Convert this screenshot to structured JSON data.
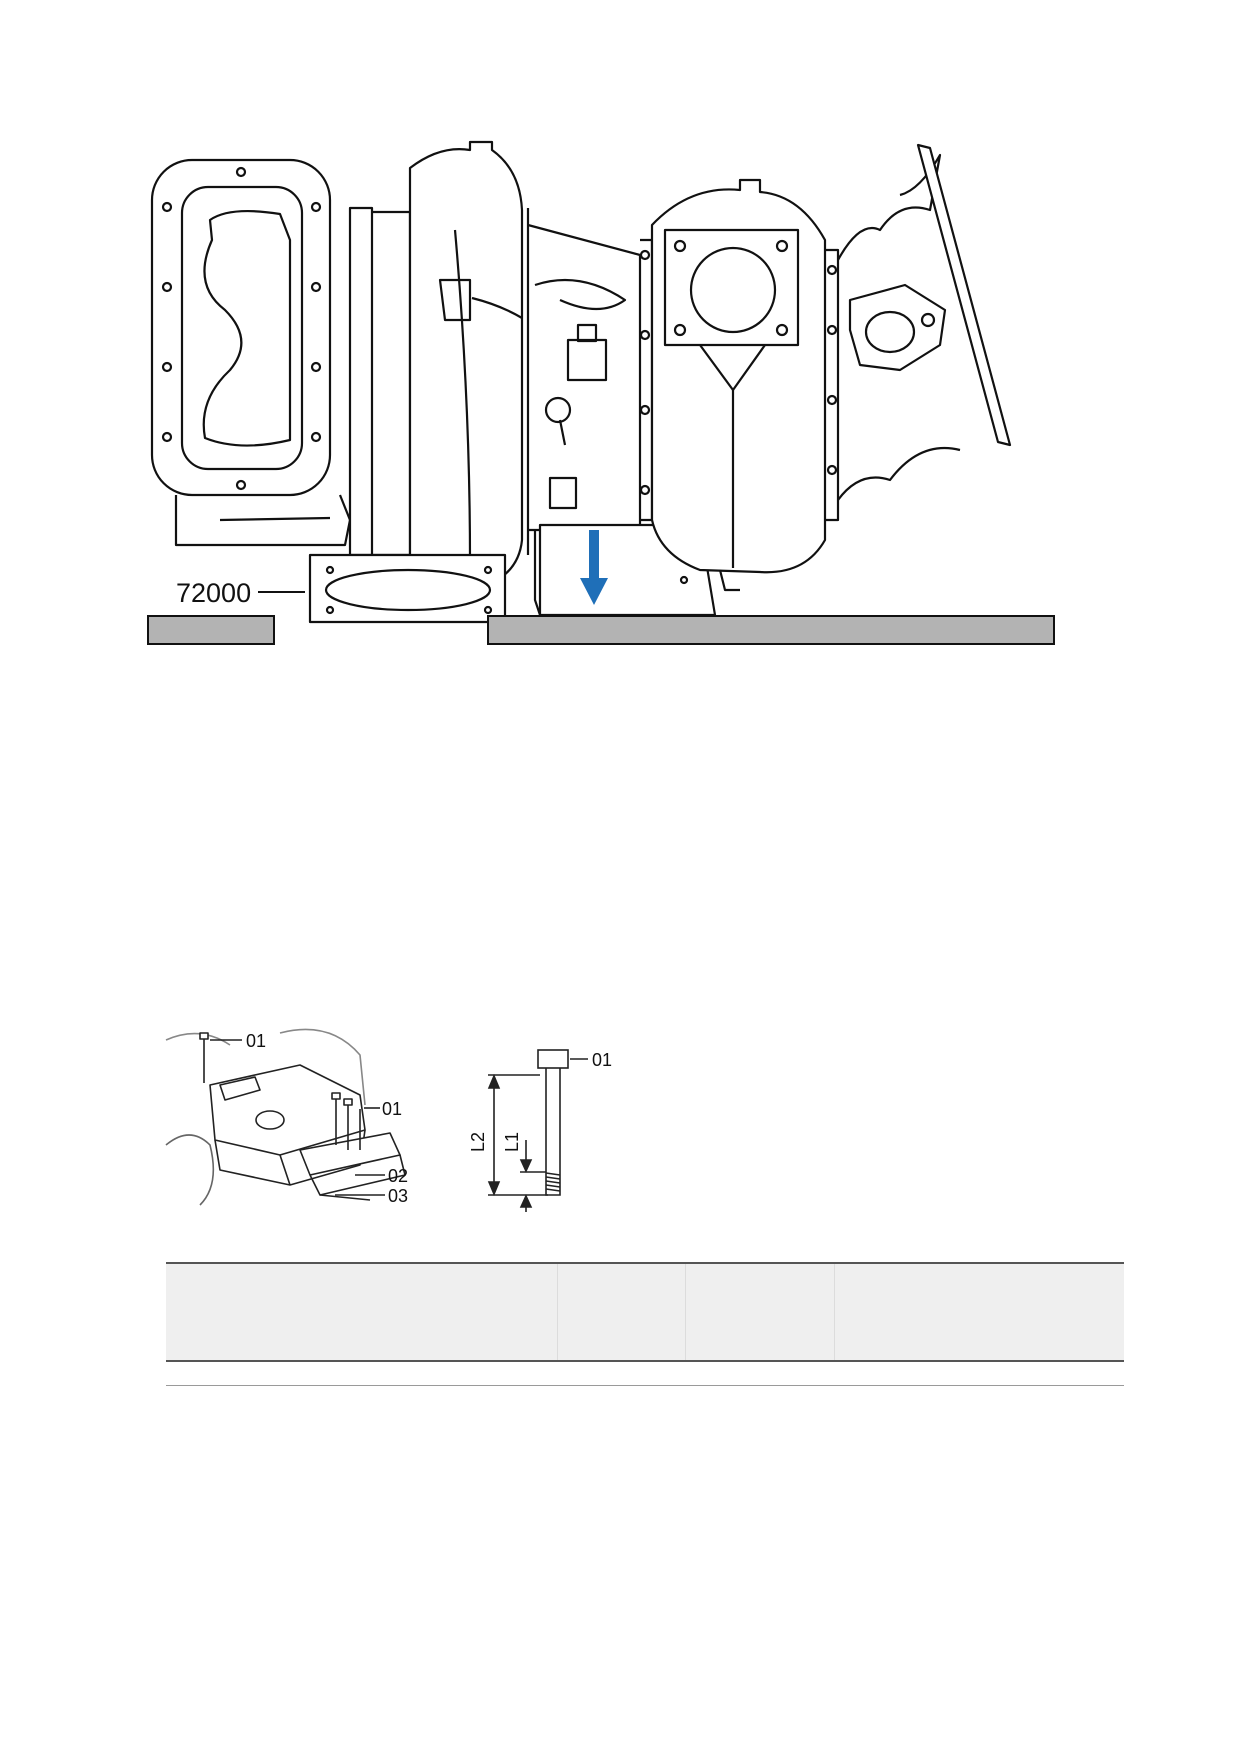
{
  "figure_top": {
    "callout": "72000",
    "colors": {
      "arrow": "#1f6fb8",
      "bar": "#b3b3b3"
    }
  },
  "figure_bottom_left": {
    "callouts": [
      "01",
      "01",
      "02",
      "03"
    ]
  },
  "figure_bottom_right": {
    "callout": "01",
    "dim_labels": [
      "L2",
      "L1"
    ]
  },
  "table": {
    "columns": [
      "",
      "",
      "",
      ""
    ]
  }
}
